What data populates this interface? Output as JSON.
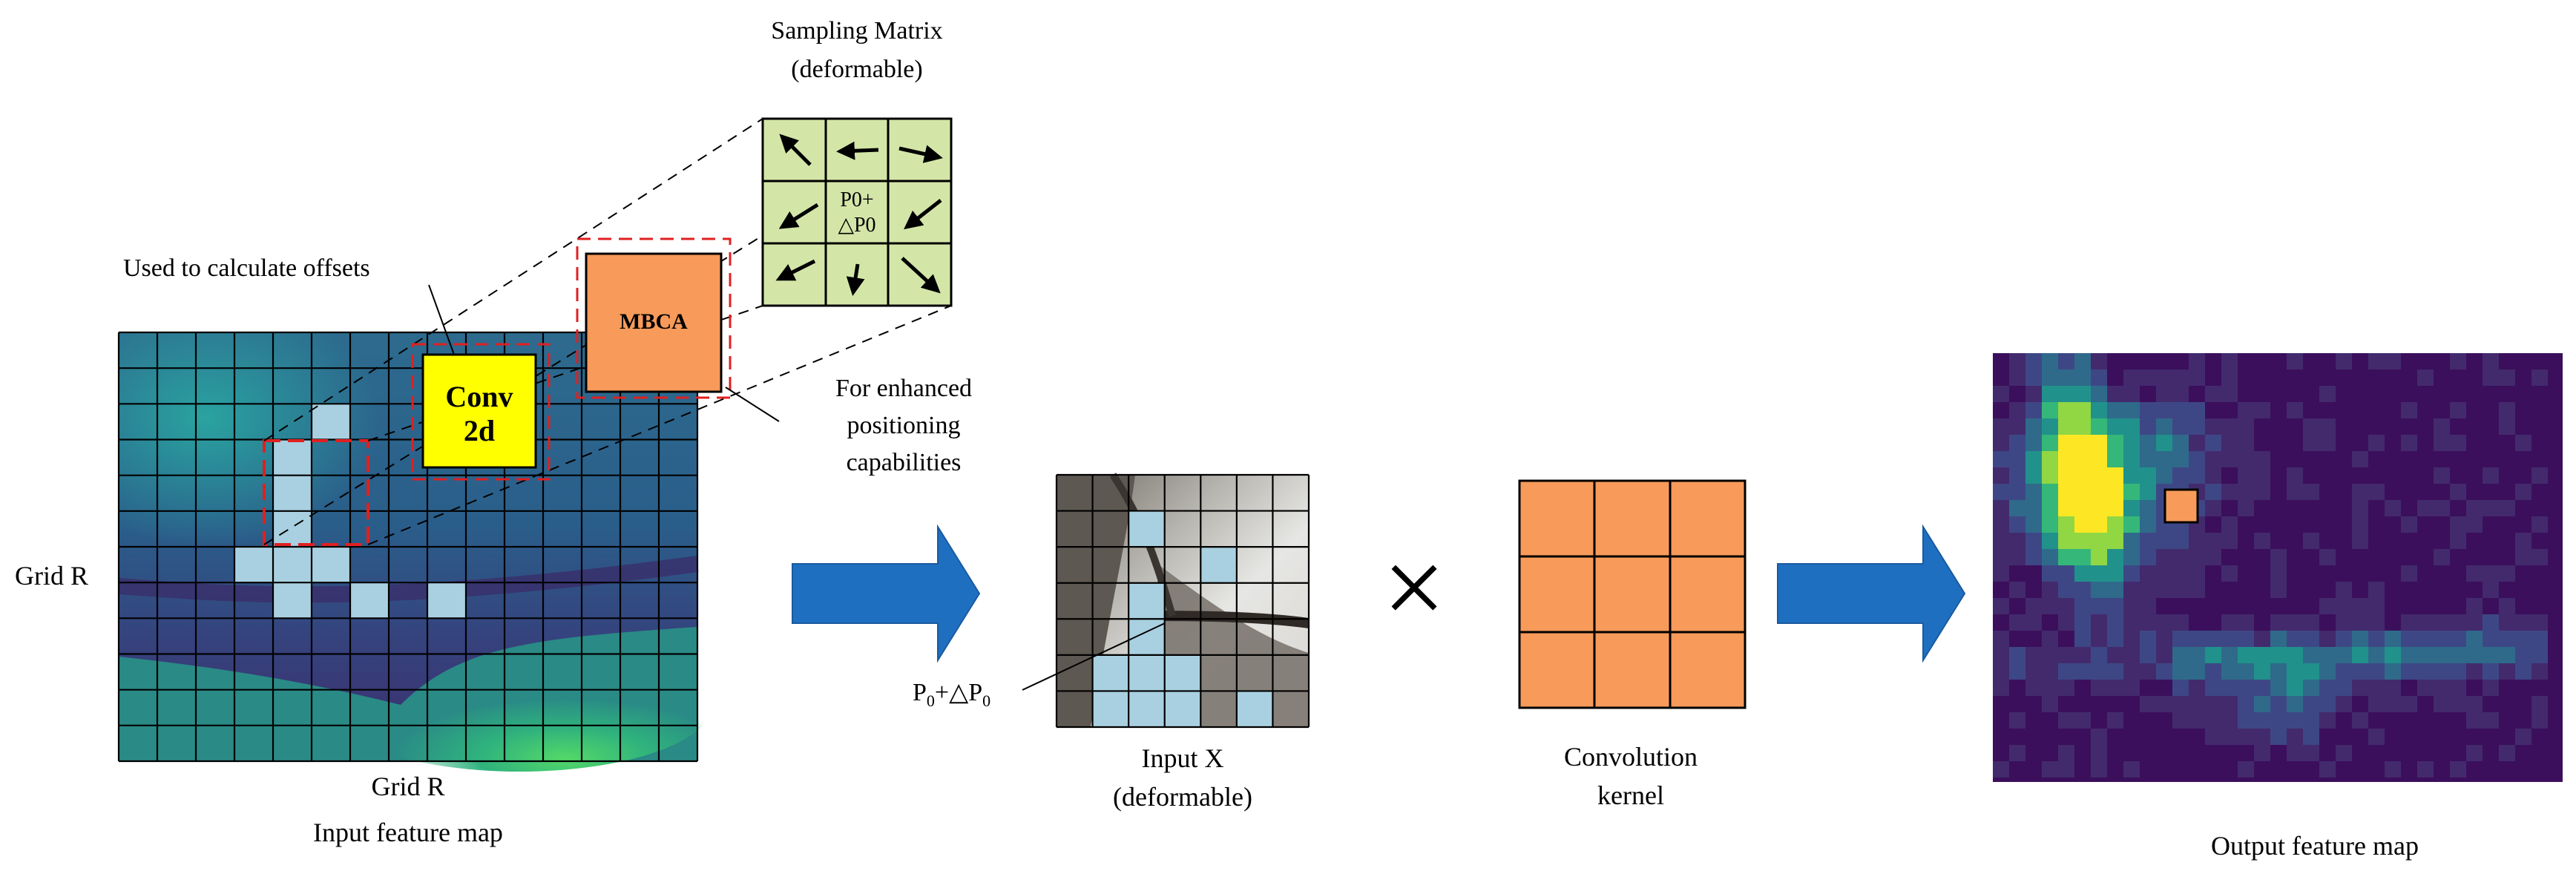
{
  "sampling_matrix": {
    "title_line1": "Sampling Matrix",
    "title_line2": "(deformable)",
    "center_line1": "P0+",
    "center_line2": "△P0"
  },
  "labels": {
    "offsets": "Used to calculate offsets",
    "mbca": "MBCA",
    "conv_line1": "Conv",
    "conv_line2": "2d",
    "enhanced_line1": "For enhanced",
    "enhanced_line2": "positioning",
    "enhanced_line3": "capabilities",
    "grid_r_left": "Grid R",
    "grid_r_bottom": "Grid R",
    "input_feature_map": "Input feature map",
    "p0_main": "P",
    "p0_sub": "0",
    "p0_delta": "+△P",
    "p0_sub2": "0",
    "input_x_line1": "Input X",
    "input_x_line2": "(deformable)",
    "times": "×",
    "kernel_line1": "Convolution",
    "kernel_line2": "kernel",
    "output_feature_map": "Output feature map"
  },
  "colors": {
    "arrow_blue": "#1f6fc1",
    "kernel_orange": "#f79a5a",
    "mbca_orange": "#f79a5a",
    "conv_yellow": "#ffff00",
    "matrix_green": "#d3e6a8",
    "highlight_blue": "#a9d0e0",
    "dashed_red": "#e02020"
  },
  "icons": [
    "arrow-icon",
    "multiply-icon"
  ]
}
